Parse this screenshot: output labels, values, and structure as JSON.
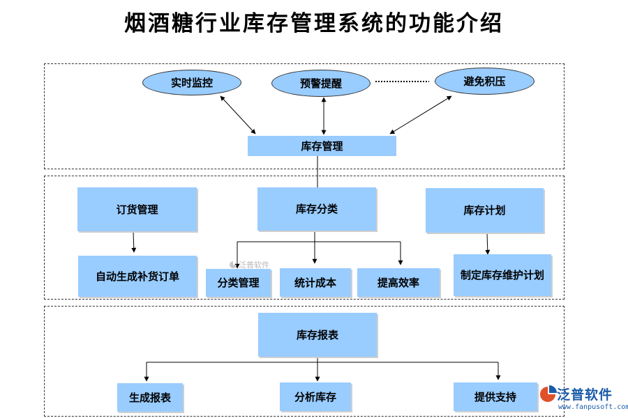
{
  "title": "烟酒糖行业库存管理系统的功能介绍",
  "ovals": {
    "realtime": "实时监控",
    "warning": "预警提醒",
    "avoid": "避免积压"
  },
  "center": "库存管理",
  "mid": {
    "order": "订货管理",
    "order_sub": "自动生成补货订单",
    "classify": "库存分类",
    "classify_sub1": "分类管理",
    "classify_sub2": "统计成本",
    "classify_sub3": "提高效率",
    "plan": "库存计划",
    "plan_sub": "制定库存维护计划"
  },
  "bottom": {
    "report": "库存报表",
    "gen": "生成报表",
    "analyze": "分析库存",
    "support": "提供支持"
  },
  "watermark_small": "泛普软件",
  "logo": {
    "name": "泛普软件",
    "url": "www.fanpusoft.com"
  },
  "colors": {
    "box_fill": "#99ccff",
    "logo_blue": "#1b5aa8"
  }
}
